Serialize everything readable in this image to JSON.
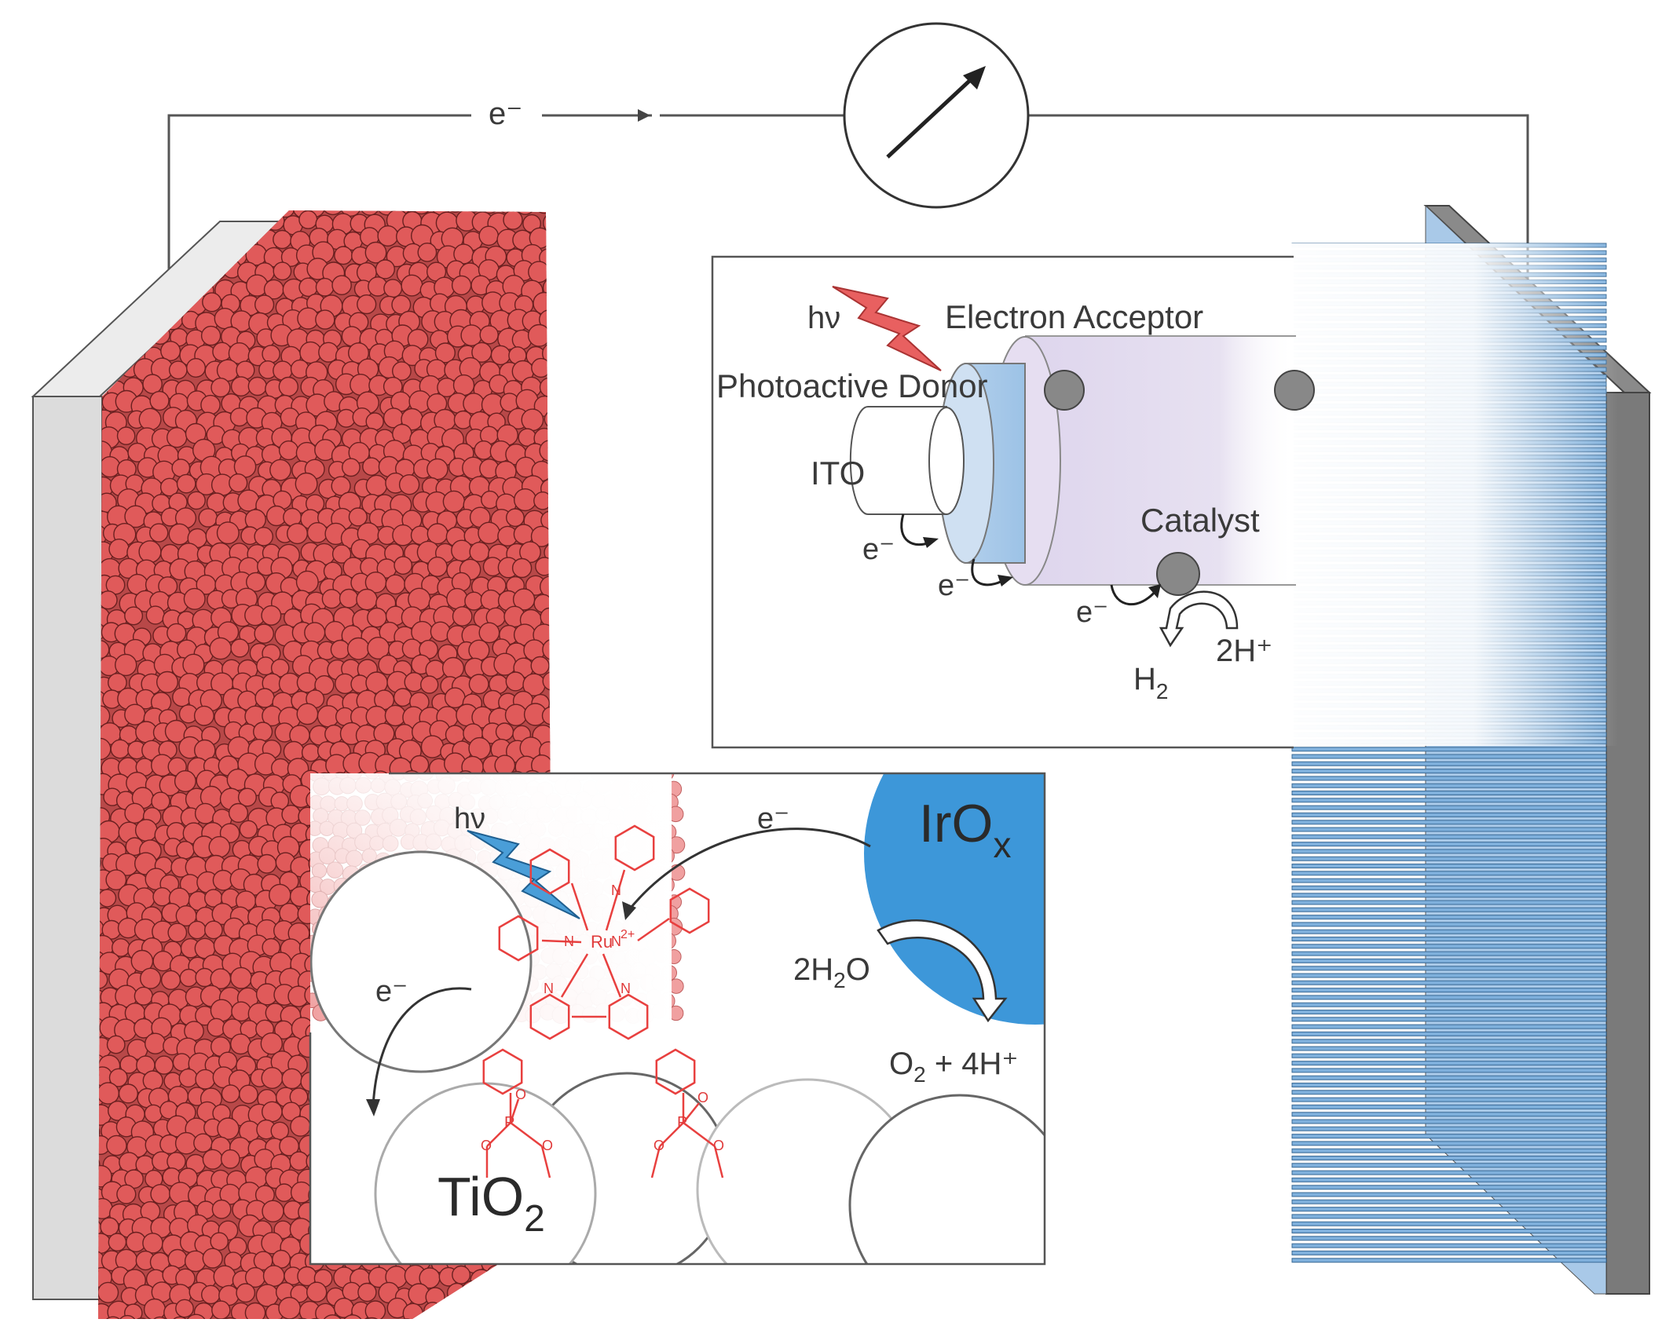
{
  "labels": {
    "circuit_electron": "e⁻",
    "hv_top": "hν",
    "electron_acceptor": "Electron Acceptor",
    "photoactive_donor": "Photoactive Donor",
    "ito": "ITO",
    "catalyst": "Catalyst",
    "e1": "e⁻",
    "e2": "e⁻",
    "e3": "e⁻",
    "h2": "H",
    "h2_sub": "2",
    "two_h_plus": "2H⁺",
    "hv_bottom": "hν",
    "e_irox": "e⁻",
    "irox_main": "IrO",
    "irox_sub": "x",
    "two_h2o_a": "2H",
    "two_h2o_sub": "2",
    "two_h2o_b": "O",
    "o2_a": "O",
    "o2_sub": "2",
    "o2_b": " + 4H⁺",
    "e_tio2": "e⁻",
    "tio2_main": "TiO",
    "tio2_sub": "2",
    "ru": "Ru",
    "ru_charge": "2+",
    "n": "N",
    "p": "P",
    "o": "O"
  },
  "colors": {
    "nanoparticle": "#e05a5a",
    "nanoparticle_stroke": "#6a2020",
    "electrode_gray": "#d8d8d8",
    "blue_fins": "#7fb0dc",
    "dark_plate": "#707070",
    "irox_blue": "#3d97d9",
    "dye_red": "#e8403f",
    "bolt_red": "#e05a5a",
    "bolt_blue": "#4a9ed8"
  }
}
